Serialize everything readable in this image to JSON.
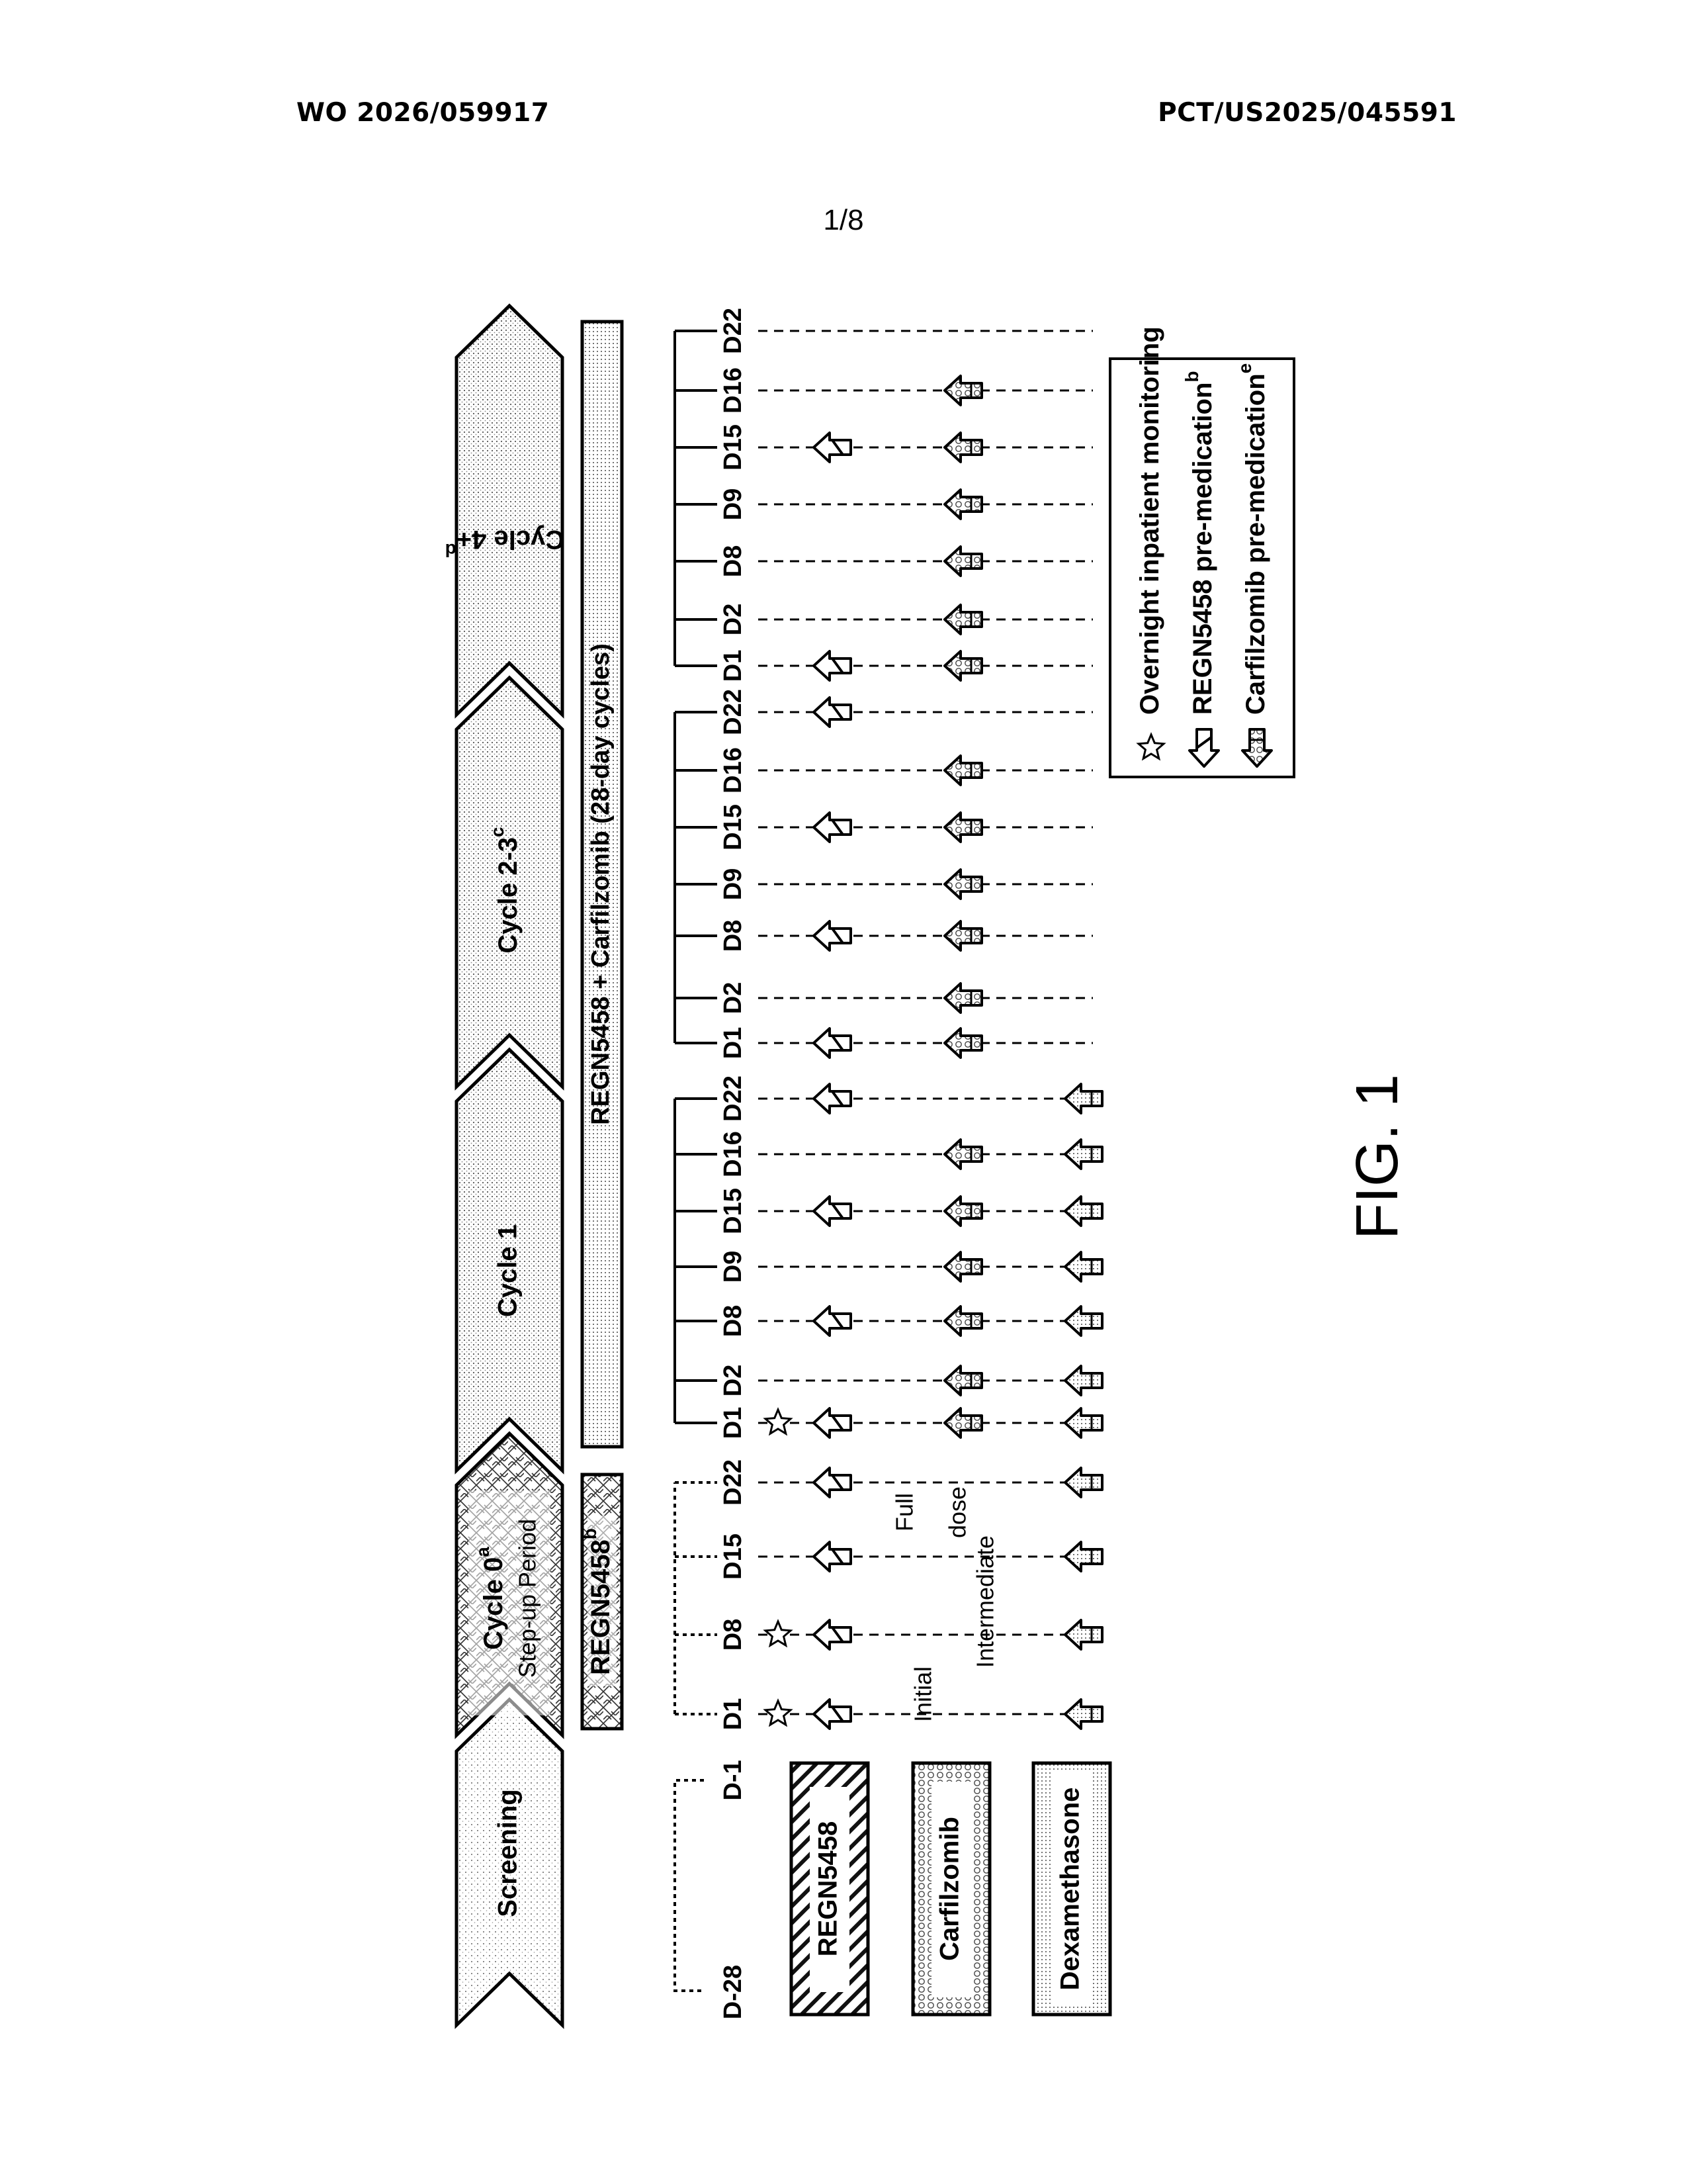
{
  "header": {
    "publication_number": "WO 2026/059917",
    "application_number": "PCT/US2025/045591"
  },
  "sheet_number": "1/8",
  "figure_label": "FIG. 1",
  "phases": [
    {
      "label": "Screening",
      "sup": "",
      "sub": ""
    },
    {
      "label": "Cycle 0",
      "sup": "a",
      "sub": "Step-up Period"
    },
    {
      "label": "Cycle 1",
      "sup": "",
      "sub": ""
    },
    {
      "label": "Cycle 2-3",
      "sup": "c",
      "sub": ""
    },
    {
      "label": "Cycle 4+",
      "sup": "d",
      "sub": ""
    }
  ],
  "regimens": {
    "step_up": {
      "label": "REGN5458",
      "sup": "b"
    },
    "combo": {
      "label": "REGN5458 + Carfilzomib (28-day cycles)"
    }
  },
  "drug_boxes": {
    "regn": "REGN5458",
    "carfilzomib": "Carfilzomib",
    "dexamethasone": "Dexamethasone"
  },
  "screening_days": {
    "start": "D-28",
    "end": "D-1"
  },
  "cycle0": {
    "days": [
      "D1",
      "D8",
      "D15",
      "D22"
    ],
    "overnight_monitoring": [
      true,
      true,
      false,
      false
    ],
    "regn_premed": [
      true,
      true,
      true,
      true
    ],
    "dex_premed": [
      true,
      true,
      true,
      true
    ],
    "dose_labels": {
      "initial": "Initial",
      "intermediate": "Intermediate",
      "full_1": "Full",
      "full_2": "dose"
    }
  },
  "cycle1": {
    "days": [
      "D1",
      "D2",
      "D8",
      "D9",
      "D15",
      "D16",
      "D22"
    ],
    "overnight_monitoring": [
      true,
      false,
      false,
      false,
      false,
      false,
      false
    ],
    "regn_premed": [
      true,
      false,
      true,
      false,
      true,
      false,
      true
    ],
    "carf_premed": [
      true,
      true,
      true,
      true,
      true,
      true,
      false
    ],
    "dex_premed": [
      true,
      true,
      true,
      true,
      true,
      true,
      true
    ]
  },
  "cycle23": {
    "days": [
      "D1",
      "D2",
      "D8",
      "D9",
      "D15",
      "D16",
      "D22"
    ],
    "regn_premed": [
      true,
      false,
      true,
      false,
      true,
      false,
      true
    ],
    "carf_premed": [
      true,
      true,
      true,
      true,
      true,
      true,
      false
    ]
  },
  "cycle4": {
    "days": [
      "D1",
      "D2",
      "D8",
      "D9",
      "D15",
      "D16",
      "D22"
    ],
    "regn_premed": [
      true,
      false,
      false,
      false,
      true,
      false,
      false
    ],
    "carf_premed": [
      true,
      true,
      true,
      true,
      true,
      true,
      false
    ]
  },
  "legend": {
    "overnight": "Overnight inpatient monitoring",
    "regn_premed": "REGN5458 pre-medication",
    "regn_sup": "b",
    "carf_premed": "Carfilzomib pre-medication",
    "carf_sup": "e"
  },
  "colors": {
    "ink": "#000000",
    "stipple": "#bdbdbd",
    "paper": "#ffffff"
  },
  "icons": [
    "star-icon",
    "regn-arrow-icon",
    "carfilzomib-arrow-icon",
    "dexamethasone-arrow-icon"
  ]
}
